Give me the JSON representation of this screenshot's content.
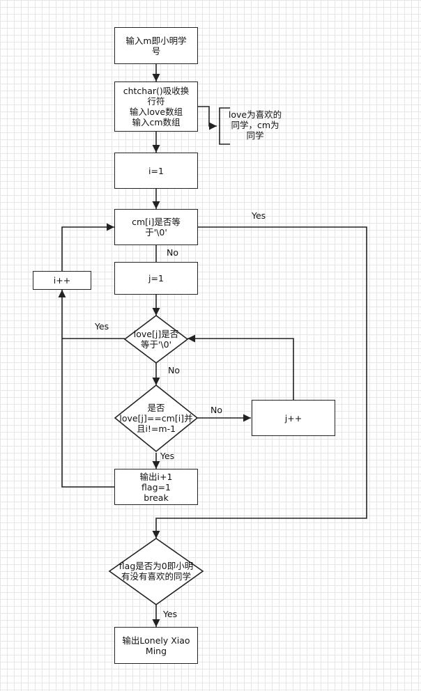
{
  "nodes": {
    "input_m": "输入m即小明学\n号",
    "read_arrays": "chtchar()吸收换\n行符\n输入love数组\n输入cm数组",
    "init_i": "i=1",
    "check_cm": "cm[i]是否等\n于'\\0'",
    "init_j": "j=1",
    "inc_i": "i++",
    "check_love": "love[j]是否\n等于'\\0'",
    "check_match": "是否\nlove[j]==cm[i]并\n且i!=m-1",
    "inc_j": "j++",
    "output_i": "输出i+1\nflag=1\nbreak",
    "check_flag": "flag是否为0即小明\n有没有喜欢的同学",
    "output_lonely": "输出Lonely Xiao\nMing"
  },
  "note": "love为喜欢的\n同学，cm为\n同学",
  "edge_labels": {
    "cm_yes": "Yes",
    "cm_no": "No",
    "love_yes": "Yes",
    "love_no": "No",
    "match_no": "No",
    "match_yes": "Yes",
    "flag_yes": "Yes"
  },
  "colors": {
    "stroke": "#222222",
    "grid": "#e6e6e6",
    "background": "#ffffff"
  }
}
